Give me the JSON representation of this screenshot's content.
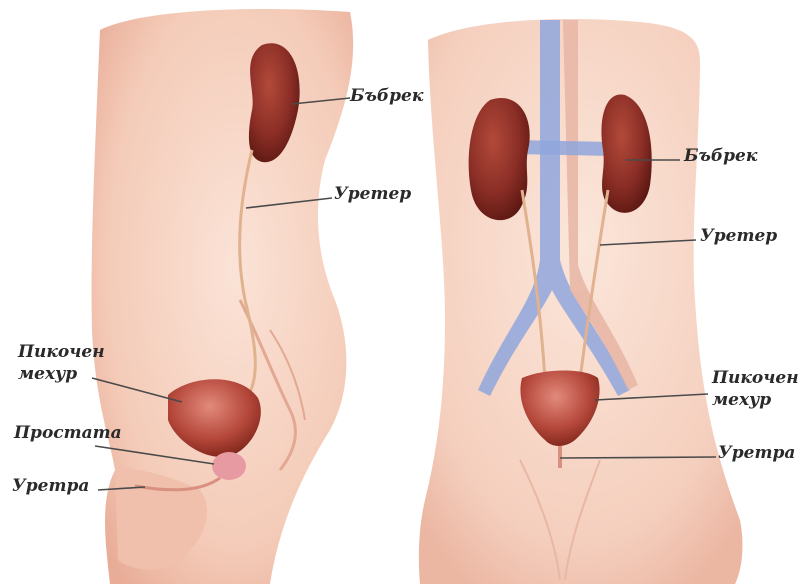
{
  "side_view": {
    "labels": {
      "kidney": "Бъбрек",
      "ureter": "Уретер",
      "bladder_line1": "Пикочен",
      "bladder_line2": "мехур",
      "prostate": "Простата",
      "urethra": "Уретра"
    }
  },
  "front_view": {
    "labels": {
      "kidney": "Бъбрек",
      "ureter": "Уретер",
      "bladder_line1": "Пикочен",
      "bladder_line2": "мехур",
      "urethra": "Уретра"
    }
  },
  "colors": {
    "skin": "#f6d2c2",
    "skin_shadow": "#eab39f",
    "kidney": "#8b2e26",
    "bladder": "#b4473a",
    "prostate": "#e79aa2",
    "vein": "#8fa6dc",
    "artery": "#e8b7a6",
    "leader": "#4a4a4a"
  }
}
